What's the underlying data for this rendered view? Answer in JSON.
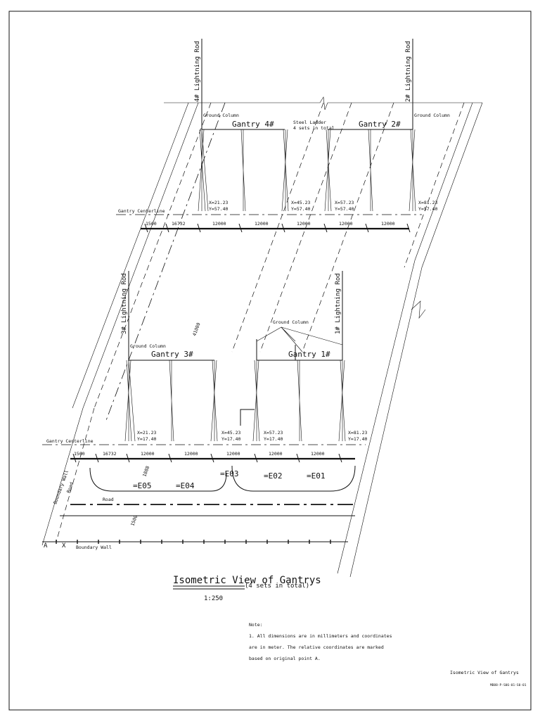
{
  "drawing": {
    "lightning_rods": {
      "rod_4": "4# Lightning Rod",
      "rod_2": "2# Lightning Rod",
      "rod_3": "3# Lightning Rod",
      "rod_1": "1# Lightning Rod"
    },
    "gantries": {
      "g4": "Gantry 4#",
      "g2": "Gantry 2#",
      "g3": "Gantry 3#",
      "g1": "Gantry 1#"
    },
    "labels": {
      "ground_column": "Ground Column",
      "steel_ladder": "Steel Ladder",
      "steel_ladder_note": "4 sets in total",
      "gantry_centerline": "Gantry Centerline",
      "boundary_wall": "Boundary Wall",
      "road": "Road",
      "dim_41000": "41000",
      "dim_1888": "1888",
      "dim_1500": "1500",
      "point_a": "A",
      "point_x": "X"
    },
    "coords_upper": [
      {
        "x": "X=21.23",
        "y": "Y=57.40"
      },
      {
        "x": "X=45.23",
        "y": "Y=57.40"
      },
      {
        "x": "X=57.23",
        "y": "Y=57.40"
      },
      {
        "x": "X=81.23",
        "y": "Y=57.40"
      }
    ],
    "coords_lower": [
      {
        "x": "X=21.23",
        "y": "Y=17.40"
      },
      {
        "x": "X=45.23",
        "y": "Y=17.40"
      },
      {
        "x": "X=57.23",
        "y": "Y=17.40"
      },
      {
        "x": "X=81.23",
        "y": "Y=17.40"
      }
    ],
    "dims_upper": [
      "1500",
      "16732",
      "12000",
      "12000",
      "12000",
      "12000",
      "12000"
    ],
    "dims_lower": [
      "1500",
      "16732",
      "12000",
      "12000",
      "12000",
      "12000",
      "12000"
    ],
    "equipment": [
      "=E05",
      "=E04",
      "=E03",
      "=E02",
      "=E01"
    ],
    "title": "Isometric View of Gantrys",
    "title_note": "(4 sets in total)",
    "scale": "1:250",
    "note_heading": "Note:",
    "note_lines": [
      "1. All dimensions are in millimeters and coordinates",
      "are in meter. The relative coordinates are marked",
      "based on original point A."
    ],
    "title_block": "Isometric View of Gantrys",
    "drawing_number": "MB88-P-S06-01-S0-01"
  }
}
